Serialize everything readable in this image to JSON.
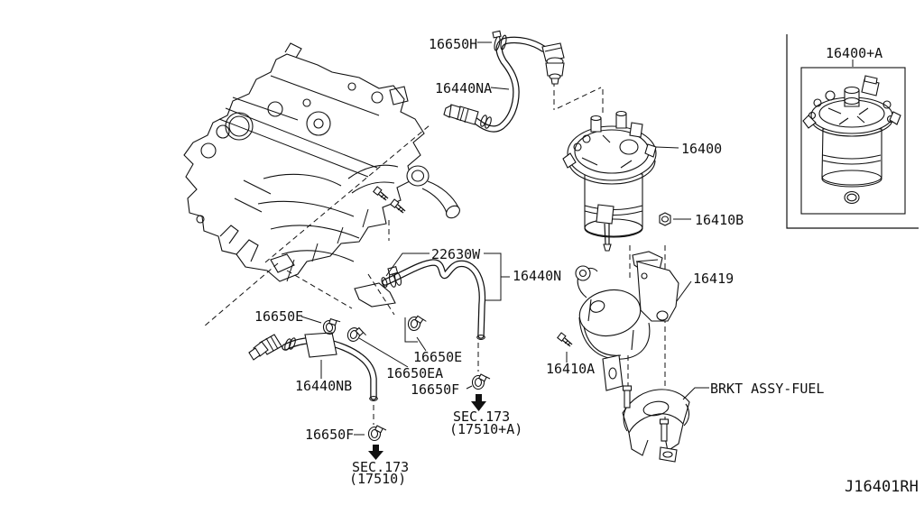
{
  "diagram": {
    "code": "J16401RH",
    "labels": {
      "hose_clamp_h": "16650H",
      "hose_na": "16440NA",
      "filter_assy_box": "16400+A",
      "filter": "16400",
      "nut_b": "16410B",
      "clamp_w": "22630W",
      "hose_n": "16440N",
      "bracket": "16419",
      "clamp_e1": "16650E",
      "clamp_e2": "16650E",
      "clamp_ea": "16650EA",
      "clamp_f_mid": "16650F",
      "hose_nb": "16440NB",
      "clamp_f_bl": "16650F",
      "bolt_a": "16410A",
      "brkt_assy": "BRKT ASSY-FUEL",
      "sec_a_line1": "SEC.173",
      "sec_a_line2": "(17510+A)",
      "sec_b_line1": "SEC.173",
      "sec_b_line2": "(17510)"
    }
  }
}
